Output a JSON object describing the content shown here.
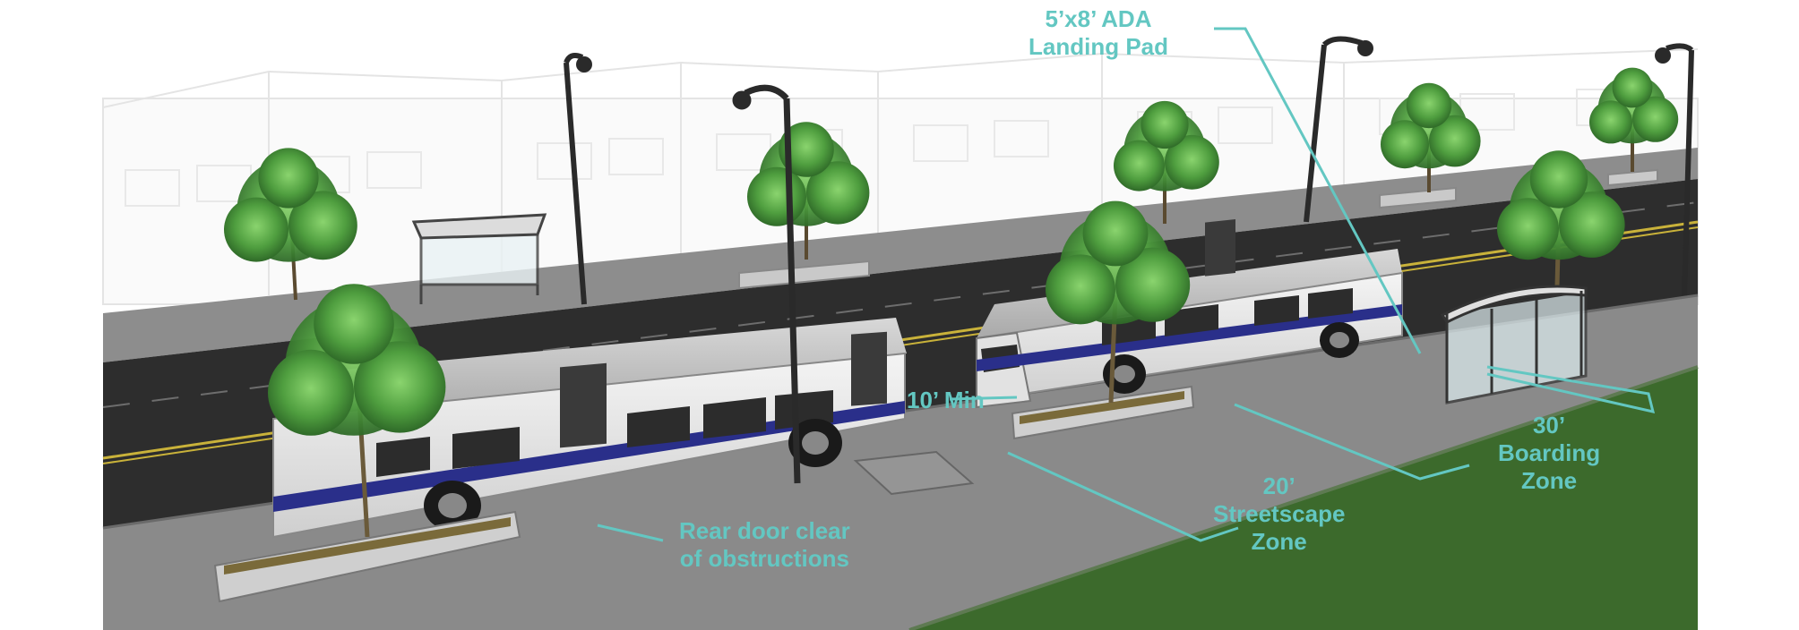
{
  "labels": {
    "ada_pad": {
      "line1": "5’x8’ ADA",
      "line2": "Landing Pad"
    },
    "min_clear": "10’ Min",
    "rear_door": {
      "line1": "Rear door clear",
      "line2": "of obstructions"
    },
    "streetscape": {
      "line1": "20’",
      "line2": "Streetscape",
      "line3": "Zone"
    },
    "boarding": {
      "line1": "30’",
      "line2": "Boarding",
      "line3": "Zone"
    }
  },
  "colors": {
    "annotation": "#63c7c2",
    "grass": "#3c6a2c",
    "sidewalk": "#8a8a8a",
    "road": "#2b2b2b",
    "bus_body": "#e9e9e9",
    "bus_stripe": "#2a2f8a",
    "foliage": "#5aa84a"
  },
  "icons": [
    "bus-icon",
    "bus-shelter-icon",
    "street-lamp-icon",
    "tree-icon",
    "planter-icon"
  ]
}
